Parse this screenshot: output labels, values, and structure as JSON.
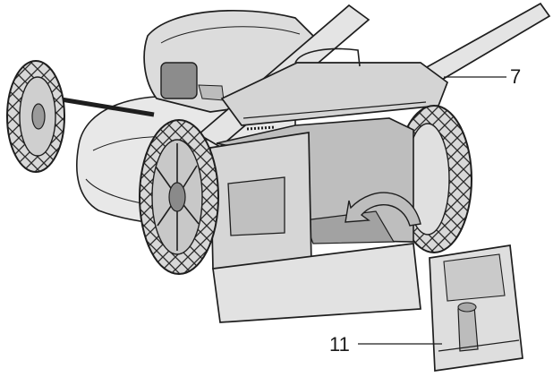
{
  "callouts": [
    {
      "id": "7",
      "label": "7"
    },
    {
      "id": "11",
      "label": "11"
    }
  ],
  "colors": {
    "line": "#1e1e1e",
    "light": "#e6e6e6",
    "mid": "#c8c8c8",
    "dark": "#8e8e8e",
    "tire": "#3a3a3a"
  }
}
